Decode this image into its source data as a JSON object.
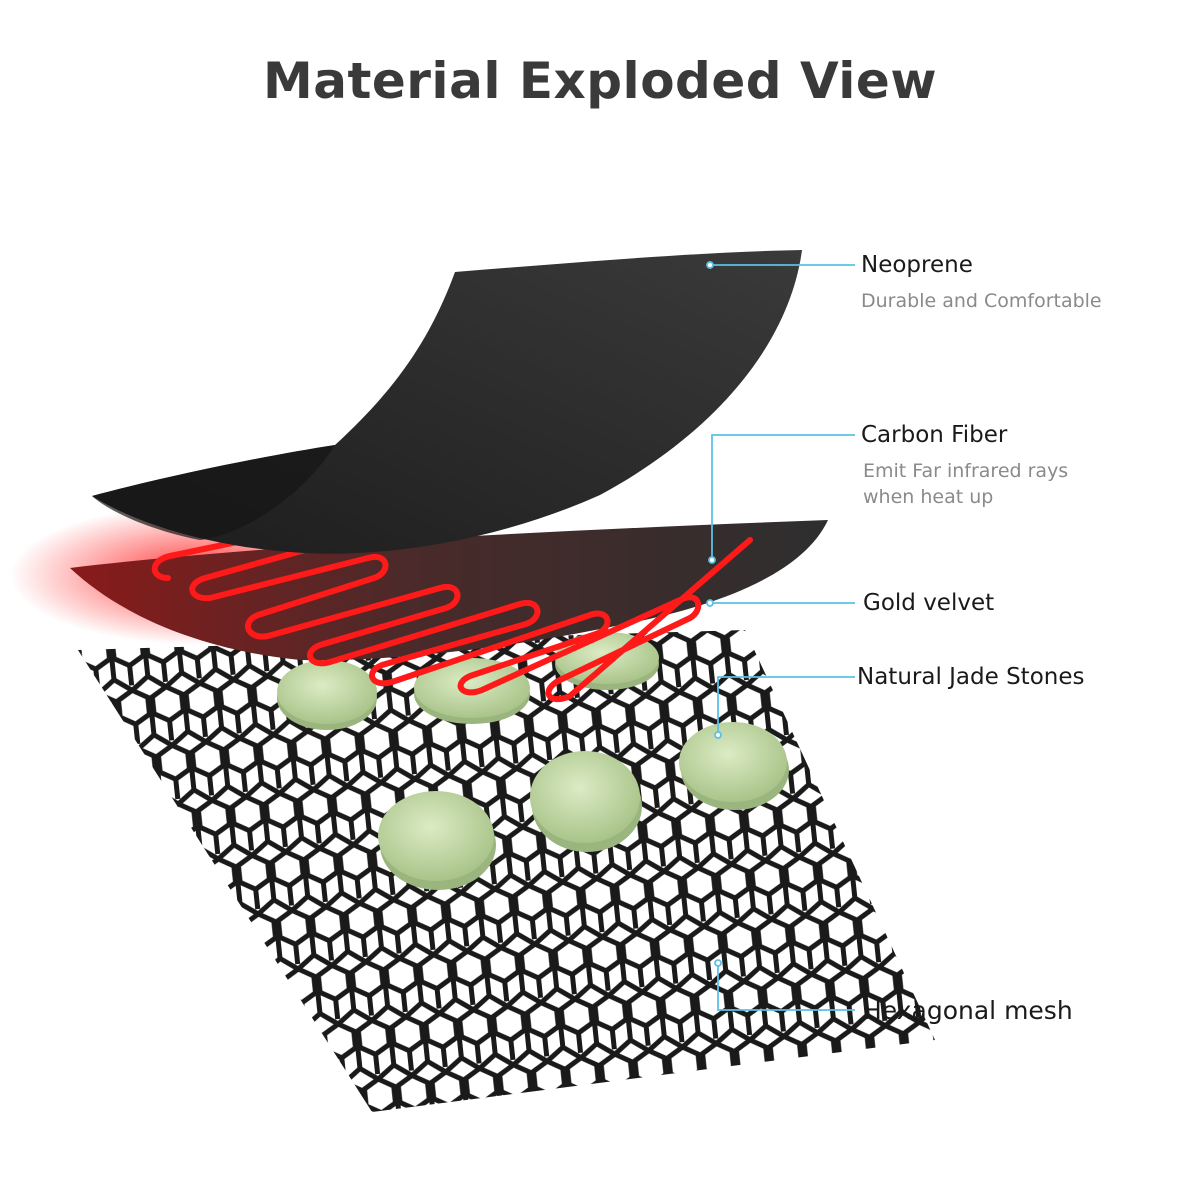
{
  "title": "Material Exploded View",
  "layers": [
    {
      "name": "Neoprene",
      "description": "Durable and Comfortable",
      "icon": "neoprene-sheet"
    },
    {
      "name": "Carbon Fiber",
      "description_lines": [
        "Emit Far infrared rays",
        "when heat up"
      ],
      "icon": "carbon-fiber-heating-wire"
    },
    {
      "name": "Gold velvet",
      "icon": "gold-velvet-sheet"
    },
    {
      "name": "Natural Jade Stones",
      "icon": "jade-stone"
    },
    {
      "name": "Hexagonal mesh",
      "icon": "hexagonal-mesh"
    }
  ],
  "colors": {
    "leader_line": "#5cc0e6",
    "neoprene": "#2b2b2b",
    "heating_wire": "#ff1a1a",
    "jade": "#cfe0b0",
    "mesh": "#1a1a1a",
    "title": "#3a3a3a"
  }
}
